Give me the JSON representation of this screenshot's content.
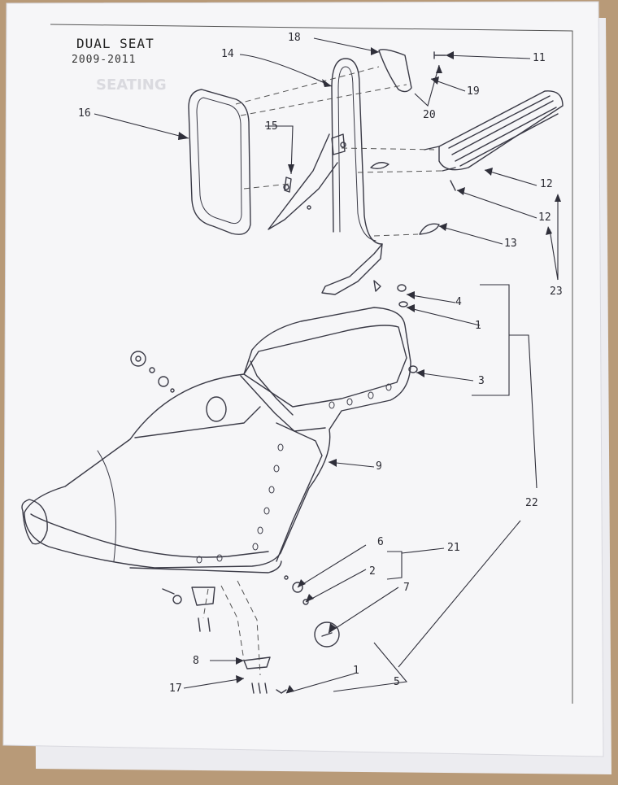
{
  "diagram": {
    "title": "DUAL SEAT",
    "years": "2009-2011",
    "bleed_through_text": "SEATING",
    "callouts": [
      {
        "id": "c1a",
        "text": "1"
      },
      {
        "id": "c1b",
        "text": "1"
      },
      {
        "id": "c2",
        "text": "2"
      },
      {
        "id": "c3",
        "text": "3"
      },
      {
        "id": "c4",
        "text": "4"
      },
      {
        "id": "c5",
        "text": "5"
      },
      {
        "id": "c6",
        "text": "6"
      },
      {
        "id": "c7",
        "text": "7"
      },
      {
        "id": "c8",
        "text": "8"
      },
      {
        "id": "c9",
        "text": "9"
      },
      {
        "id": "c11",
        "text": "11"
      },
      {
        "id": "c12a",
        "text": "12"
      },
      {
        "id": "c12b",
        "text": "12"
      },
      {
        "id": "c13",
        "text": "13"
      },
      {
        "id": "c14",
        "text": "14"
      },
      {
        "id": "c15",
        "text": "15"
      },
      {
        "id": "c16",
        "text": "16"
      },
      {
        "id": "c17",
        "text": "17"
      },
      {
        "id": "c18",
        "text": "18"
      },
      {
        "id": "c19",
        "text": "19"
      },
      {
        "id": "c20",
        "text": "20"
      },
      {
        "id": "c21",
        "text": "21"
      },
      {
        "id": "c22",
        "text": "22"
      },
      {
        "id": "c23",
        "text": "23"
      }
    ]
  },
  "colors": {
    "background": "#b89a78",
    "paper": "#f6f6f8",
    "ink": "#3a3a46",
    "label": "#2b2b33"
  }
}
